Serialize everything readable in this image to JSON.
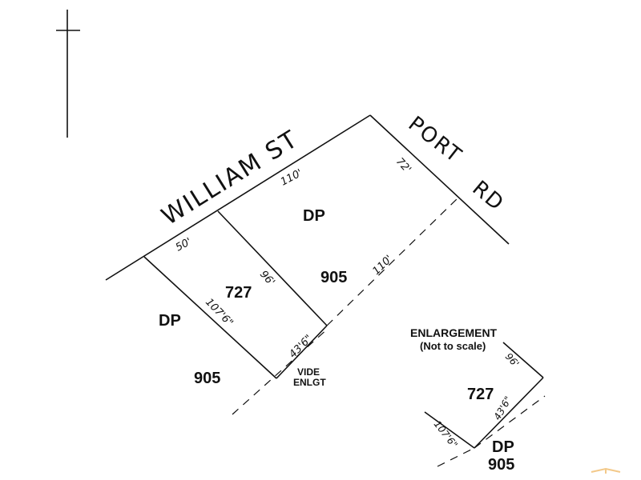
{
  "north_arrow": {
    "icon": "north-arrow-icon"
  },
  "streets": {
    "william": "WILLIAM ST",
    "port": "PORT",
    "rd": "RD"
  },
  "lots": {
    "dp_top": "DP",
    "num_905_top": "905",
    "num_727": "727",
    "dp_left": "DP",
    "num_905_left": "905"
  },
  "dimensions": {
    "d110_top": "110'",
    "d72": "72'",
    "d50": "50'",
    "d96": "96'",
    "d110_right": "110'",
    "d107": "107'6\"",
    "d43": "43'6\""
  },
  "note": {
    "vide": "VIDE",
    "enlgt": "ENLGT"
  },
  "enlargement": {
    "title": "ENLARGEMENT",
    "subtitle": "(Not to scale)",
    "d96": "96'",
    "lot": "727",
    "d43": "43'6\"",
    "d107": "107'6\"",
    "dp": "DP",
    "num": "905"
  },
  "colors": {
    "ink": "#111111",
    "watermark": "#f3c98a"
  }
}
